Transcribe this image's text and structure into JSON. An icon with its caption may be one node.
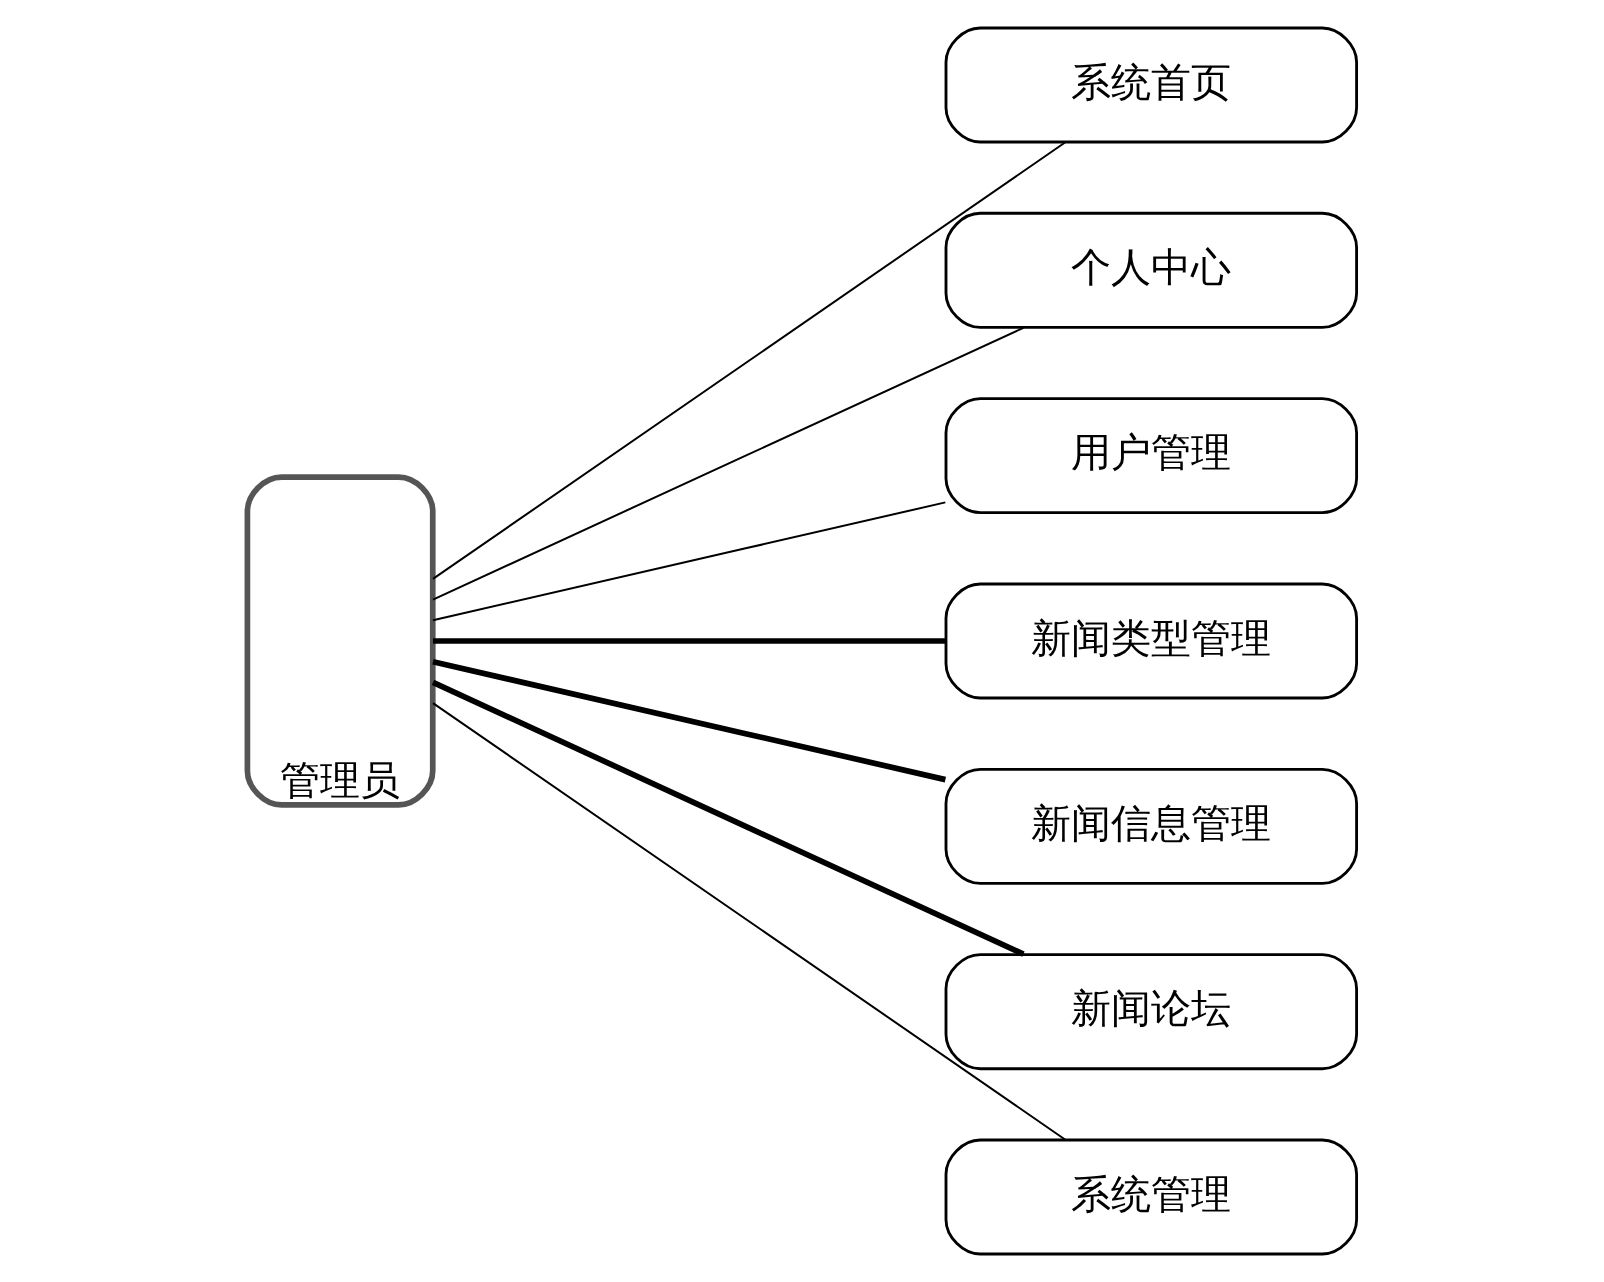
{
  "diagram": {
    "nodes": [
      {
        "text": [
          "管理员"
        ]
      },
      {
        "text": [
          "系统首页"
        ]
      },
      {
        "text": [
          "个人中心"
        ]
      },
      {
        "text": [
          "用户管理"
        ]
      },
      {
        "text": [
          "新闻类型管理"
        ]
      },
      {
        "text": [
          "新闻信息管理"
        ]
      },
      {
        "text": [
          "新闻论坛"
        ]
      },
      {
        "text": [
          "系统管理"
        ]
      }
    ],
    "edges": [
      {
        "from": 0,
        "to": 1,
        "arrow": "none"
      },
      {
        "from": 0,
        "to": 2,
        "arrow": "none"
      },
      {
        "from": 0,
        "to": 3,
        "arrow": "none"
      },
      {
        "from": 0,
        "to": 4,
        "arrow": "none",
        "style": "thick"
      },
      {
        "from": 0,
        "to": 5,
        "arrow": "none",
        "style": "thick"
      },
      {
        "from": 0,
        "to": 6,
        "arrow": "none",
        "style": "thick"
      },
      {
        "from": 0,
        "to": 7,
        "arrow": "none"
      }
    ]
  }
}
